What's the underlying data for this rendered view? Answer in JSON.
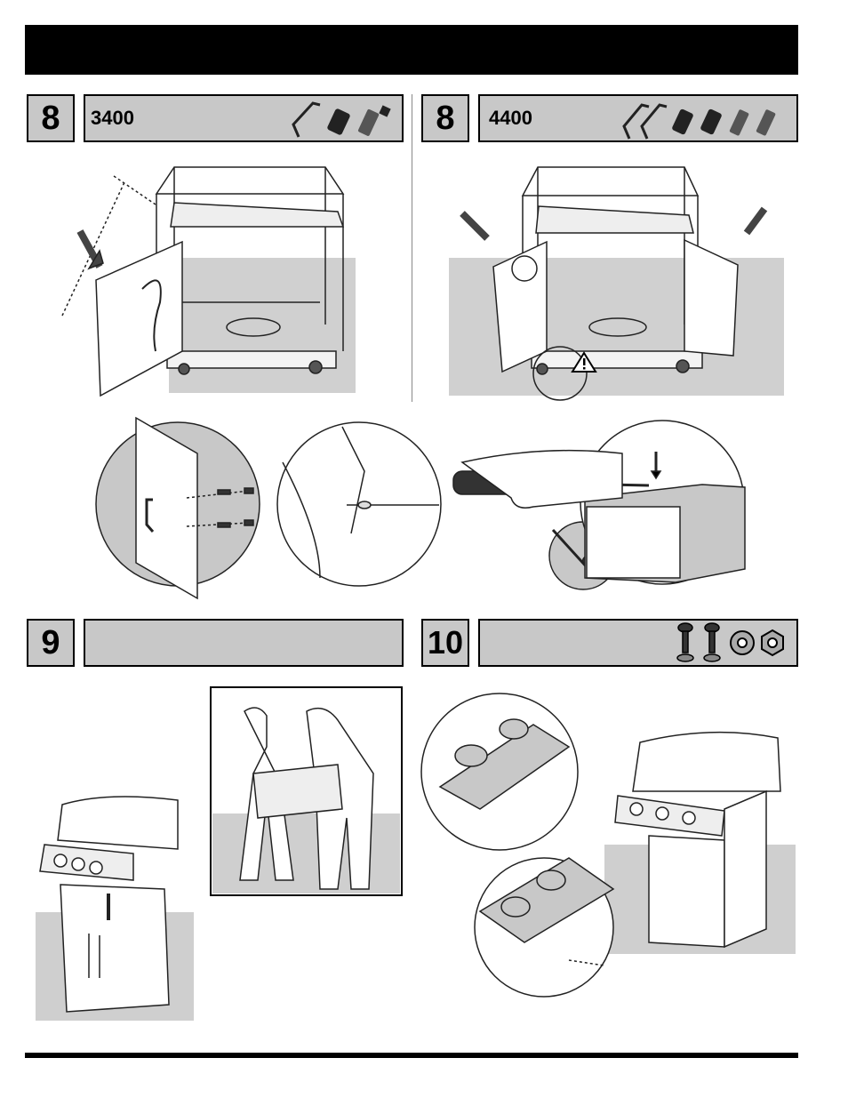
{
  "steps": {
    "s8a": {
      "number": "8",
      "model": "3400"
    },
    "s8b": {
      "number": "8",
      "model": "4400"
    },
    "s9": {
      "number": "9"
    },
    "s10": {
      "number": "10"
    }
  },
  "icons": {
    "warning": "warning-triangle-icon",
    "screwdriver": "screwdriver-icon",
    "handle": "door-handle-icon",
    "bolt": "bolt-icon",
    "washer": "washer-icon",
    "nut": "nut-icon"
  },
  "colors": {
    "panel": "#c8c8c8",
    "floor": "#cfcfcf",
    "ink": "#000000"
  }
}
